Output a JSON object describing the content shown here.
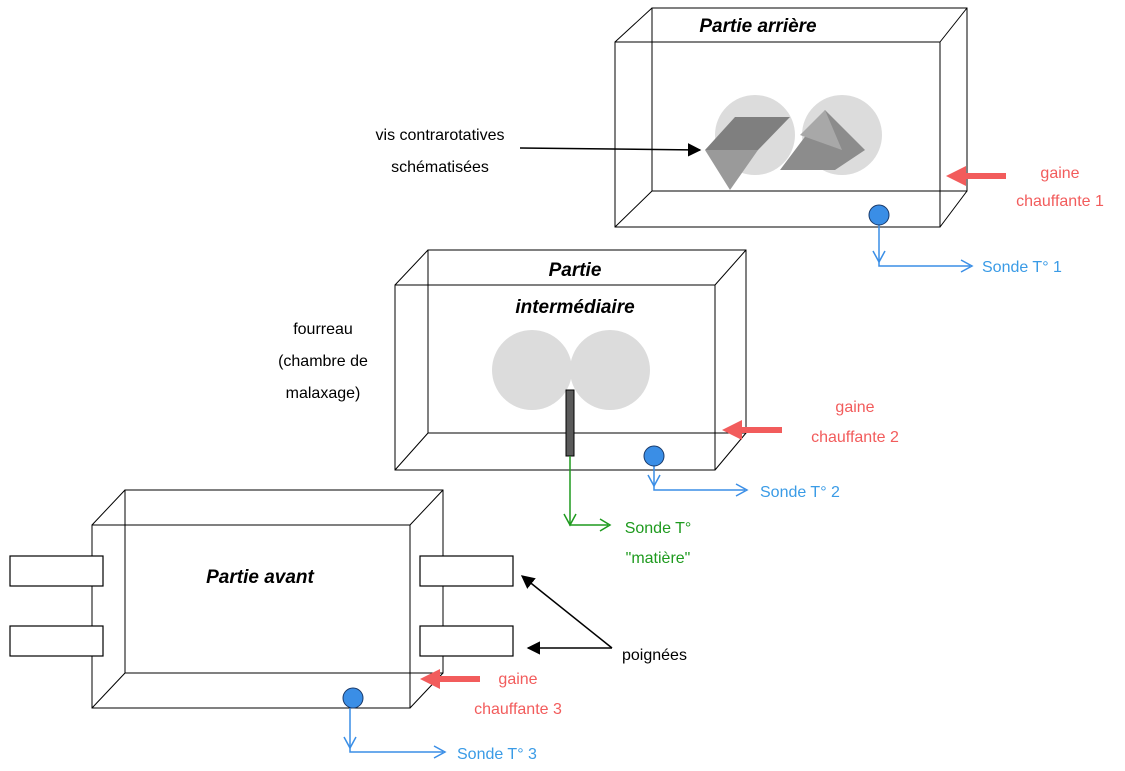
{
  "colors": {
    "heater": "#f25c5c",
    "probe": "#3a8ee6",
    "probe_text": "#3a9be6",
    "material": "#1e9a1e",
    "outline": "#000000",
    "screw_bg": "#dcdcdc",
    "screw": "#8a8a8a"
  },
  "sections": {
    "rear": {
      "title": "Partie arrière"
    },
    "middle": {
      "title_line1": "Partie",
      "title_line2": "intermédiaire"
    },
    "front": {
      "title": "Partie avant"
    }
  },
  "labels": {
    "screws": [
      "vis contrarotatives",
      "schématisées"
    ],
    "barrel": [
      "fourreau",
      "(chambre de",
      "malaxage)"
    ],
    "handles": "poignées",
    "heater_1": [
      "gaine",
      "chauffante 1"
    ],
    "heater_2": [
      "gaine",
      "chauffante 2"
    ],
    "heater_3": [
      "gaine",
      "chauffante 3"
    ],
    "probe_1": "Sonde T° 1",
    "probe_2": "Sonde T° 2",
    "probe_3": "Sonde T° 3",
    "probe_material": [
      "Sonde T°",
      "\"matière\""
    ]
  }
}
